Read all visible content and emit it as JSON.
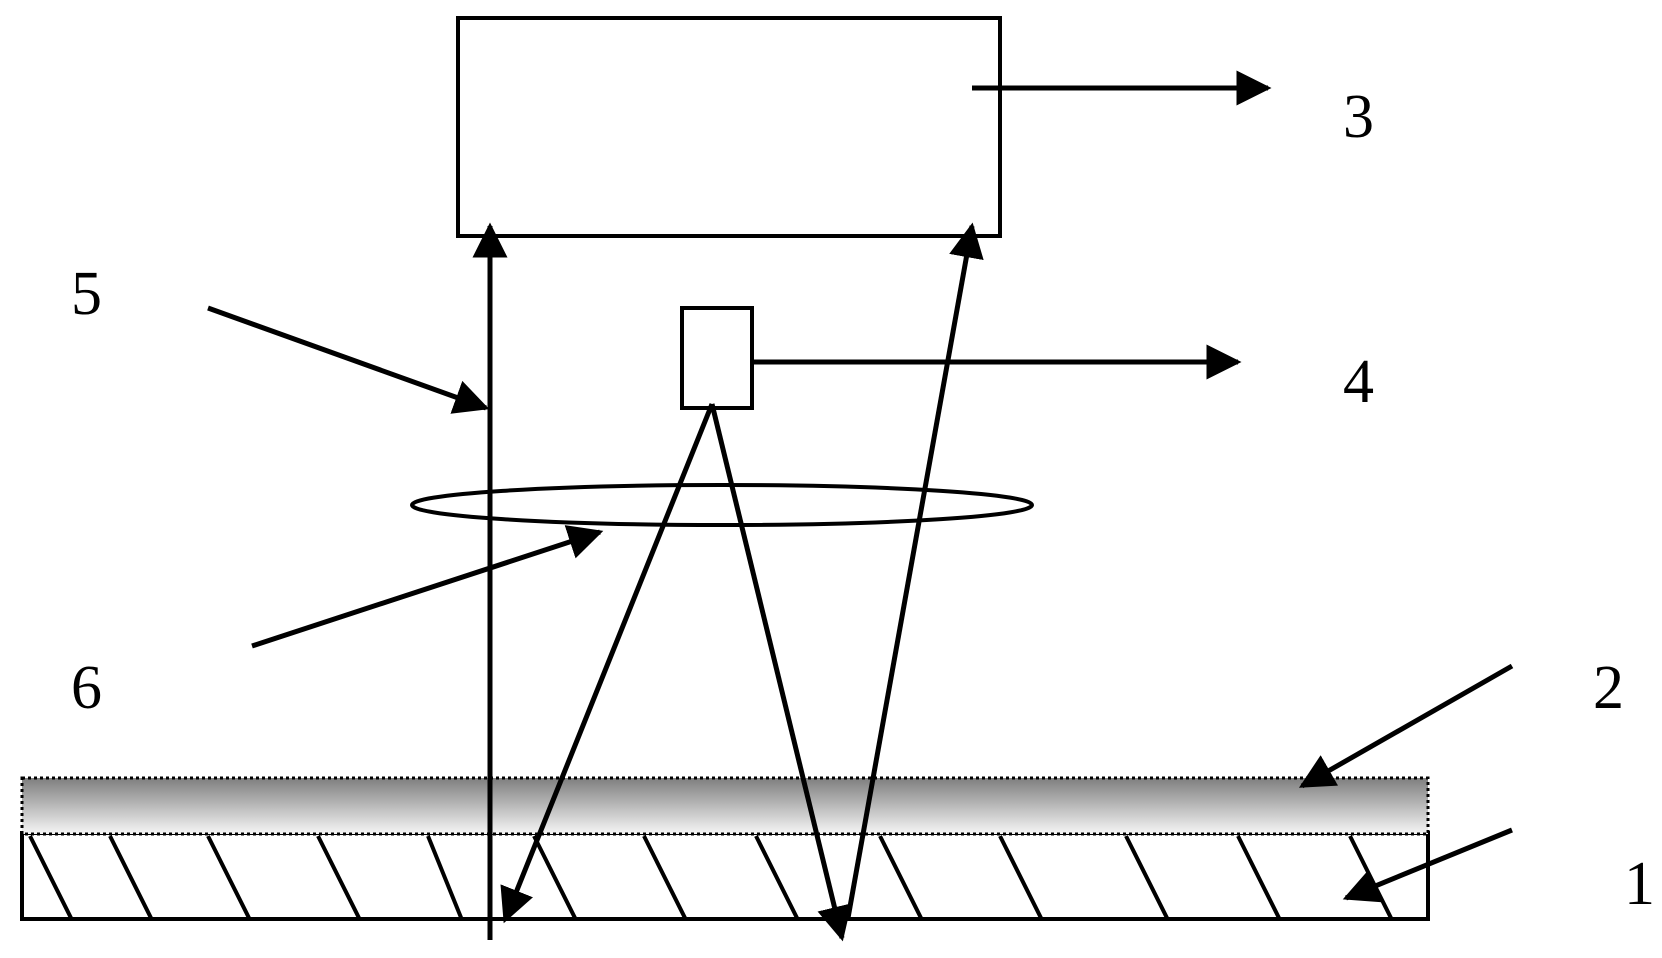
{
  "diagram": {
    "labels": {
      "l1": "1",
      "l2": "2",
      "l3": "3",
      "l4": "4",
      "l5": "5",
      "l6": "6"
    }
  },
  "colors": {
    "stroke": "#000000",
    "background": "#ffffff",
    "film_gradient_dark": "#808080",
    "film_gradient_light": "#f4f4f4"
  }
}
